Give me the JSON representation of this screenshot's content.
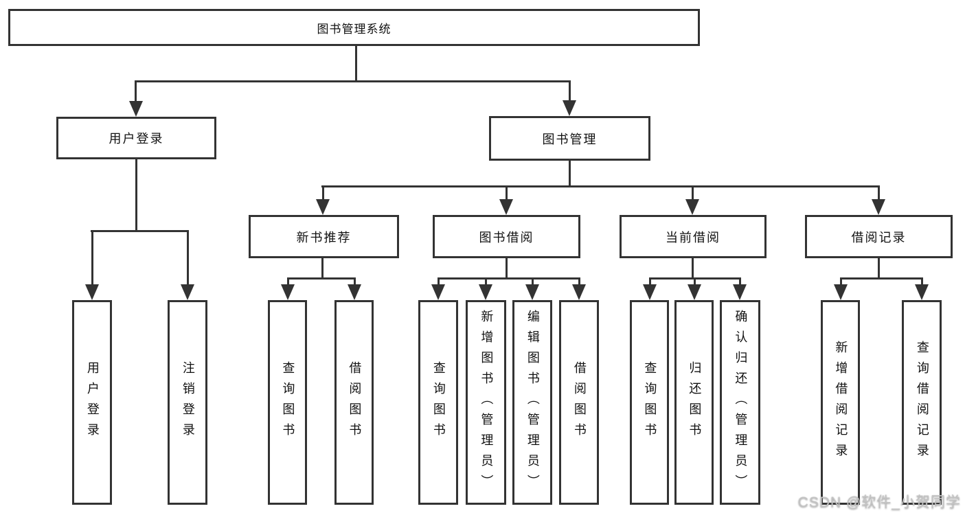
{
  "tree": {
    "root": {
      "label": "图书管理系统"
    },
    "branches": [
      {
        "label": "用户登录",
        "leaves": [
          {
            "label": "用户登录"
          },
          {
            "label": "注销登录"
          }
        ]
      },
      {
        "label": "图书管理",
        "sections": [
          {
            "label": "新书推荐",
            "leaves": [
              {
                "label": "查询图书"
              },
              {
                "label": "借阅图书"
              }
            ]
          },
          {
            "label": "图书借阅",
            "leaves": [
              {
                "label": "查询图书"
              },
              {
                "label": "新增图书（管理员）"
              },
              {
                "label": "编辑图书（管理员）"
              },
              {
                "label": "借阅图书"
              }
            ]
          },
          {
            "label": "当前借阅",
            "leaves": [
              {
                "label": "查询图书"
              },
              {
                "label": "归还图书"
              },
              {
                "label": "确认归还（管理员）"
              }
            ]
          },
          {
            "label": "借阅记录",
            "leaves": [
              {
                "label": "新增借阅记录"
              },
              {
                "label": "查询借阅记录"
              }
            ]
          }
        ]
      }
    ]
  },
  "watermark": {
    "text": "CSDN @软件_小贺同学"
  },
  "colors": {
    "line": "#333333",
    "text": "#111111",
    "background": "#ffffff",
    "watermark": "#c3c3c3"
  }
}
